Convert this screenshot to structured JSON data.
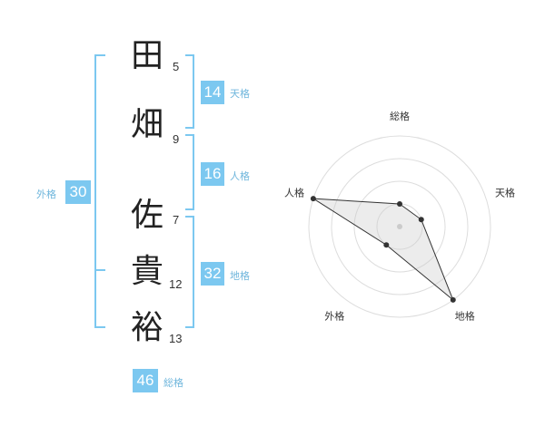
{
  "name": {
    "characters": [
      {
        "char": "田",
        "strokes": "5"
      },
      {
        "char": "畑",
        "strokes": "9"
      },
      {
        "char": "佐",
        "strokes": "7"
      },
      {
        "char": "貴",
        "strokes": "12"
      },
      {
        "char": "裕",
        "strokes": "13"
      }
    ]
  },
  "fortunes": {
    "tenkaku": {
      "value": "14",
      "label": "天格"
    },
    "jinkaku": {
      "value": "16",
      "label": "人格"
    },
    "chikaku": {
      "value": "32",
      "label": "地格"
    },
    "gaikaku": {
      "value": "30",
      "label": "外格"
    },
    "soukaku": {
      "value": "46",
      "label": "総格"
    }
  },
  "colors": {
    "accent": "#7cc8f0",
    "label": "#6fb6dc"
  },
  "chart_data": {
    "type": "radar",
    "axes": [
      "総格",
      "天格",
      "地格",
      "外格",
      "人格"
    ],
    "values": [
      1,
      1,
      4,
      1,
      4
    ],
    "max": 4,
    "levels": 4
  }
}
